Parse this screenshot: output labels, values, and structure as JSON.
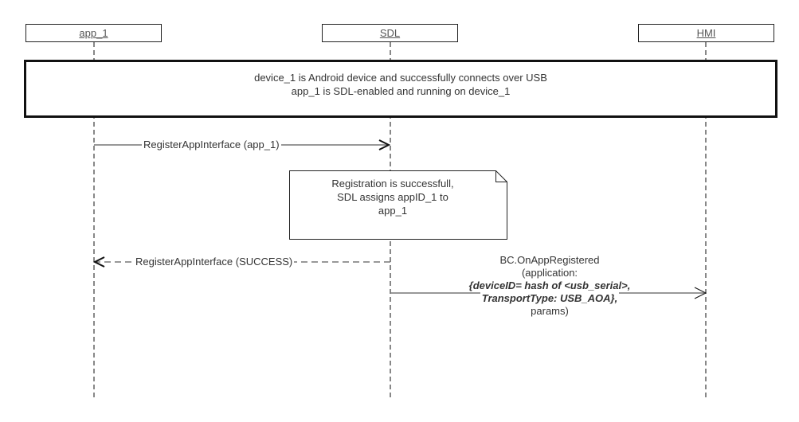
{
  "participants": [
    {
      "id": "app_1",
      "label": "app_1"
    },
    {
      "id": "sdl",
      "label": "SDL"
    },
    {
      "id": "hmi",
      "label": "HMI"
    }
  ],
  "frame": {
    "lines": [
      "device_1 is Android device and successfully connects over USB",
      "app_1 is SDL-enabled and running on device_1"
    ]
  },
  "messages": [
    {
      "from": "app_1",
      "to": "SDL",
      "style": "solid",
      "label": "RegisterAppInterface (app_1)"
    },
    {
      "from": "SDL",
      "to": "app_1",
      "style": "dashed",
      "label": "RegisterAppInterface (SUCCESS)"
    },
    {
      "from": "SDL",
      "to": "HMI",
      "style": "solid",
      "label_lines": [
        {
          "text": "BC.OnAppRegistered",
          "emphasis": "normal"
        },
        {
          "text": "(application:",
          "emphasis": "normal"
        },
        {
          "text": "{deviceID= hash of <usb_serial>,",
          "emphasis": "bold-italic"
        },
        {
          "text": "TransportType: USB_AOA},",
          "emphasis": "bold-italic"
        },
        {
          "text": "params)",
          "emphasis": "normal"
        }
      ]
    }
  ],
  "note": {
    "attached_to": "SDL",
    "lines": [
      "Registration is successfull,",
      "SDL assigns appID_1 to",
      "app_1"
    ]
  },
  "colors": {
    "line": "#111111",
    "message_line": "#777777",
    "text": "#333333"
  }
}
